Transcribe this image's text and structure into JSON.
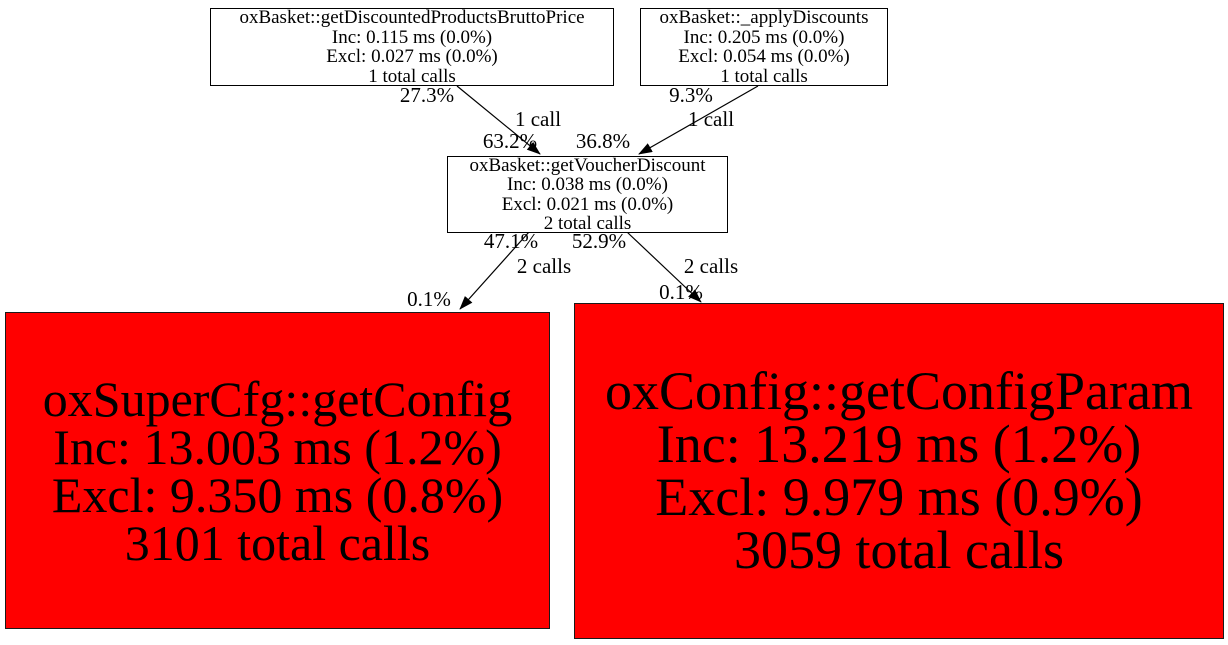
{
  "colors": {
    "hot_node": "#ff0000",
    "node_bg": "#ffffff",
    "border": "#000000",
    "text": "#000000"
  },
  "nodes": {
    "brutto_price": {
      "title": "oxBasket::getDiscountedProductsBruttoPrice",
      "inc": "Inc: 0.115 ms (0.0%)",
      "excl": "Excl: 0.027 ms (0.0%)",
      "calls": "1 total calls"
    },
    "apply_discounts": {
      "title": "oxBasket::_applyDiscounts",
      "inc": "Inc: 0.205 ms (0.0%)",
      "excl": "Excl: 0.054 ms (0.0%)",
      "calls": "1 total calls"
    },
    "voucher_discount": {
      "title": "oxBasket::getVoucherDiscount",
      "inc": "Inc: 0.038 ms (0.0%)",
      "excl": "Excl: 0.021 ms (0.0%)",
      "calls": "2 total calls"
    },
    "get_config": {
      "title": "oxSuperCfg::getConfig",
      "inc": "Inc: 13.003 ms (1.2%)",
      "excl": "Excl: 9.350 ms (0.8%)",
      "calls": "3101 total calls"
    },
    "get_config_param": {
      "title": "oxConfig::getConfigParam",
      "inc": "Inc: 13.219 ms (1.2%)",
      "excl": "Excl: 9.979 ms (0.9%)",
      "calls": "3059 total calls"
    }
  },
  "edges": {
    "brutto_to_voucher": {
      "source_pct": "27.3%",
      "calls": "1 call",
      "target_pct": "63.2%"
    },
    "apply_to_voucher": {
      "source_pct": "9.3%",
      "calls": "1 call",
      "target_pct": "36.8%"
    },
    "voucher_to_getconfig": {
      "source_pct": "47.1%",
      "calls": "2 calls",
      "target_pct": "0.1%"
    },
    "voucher_to_getconfigparam": {
      "source_pct": "52.9%",
      "calls": "2 calls",
      "target_pct": "0.1%"
    }
  }
}
